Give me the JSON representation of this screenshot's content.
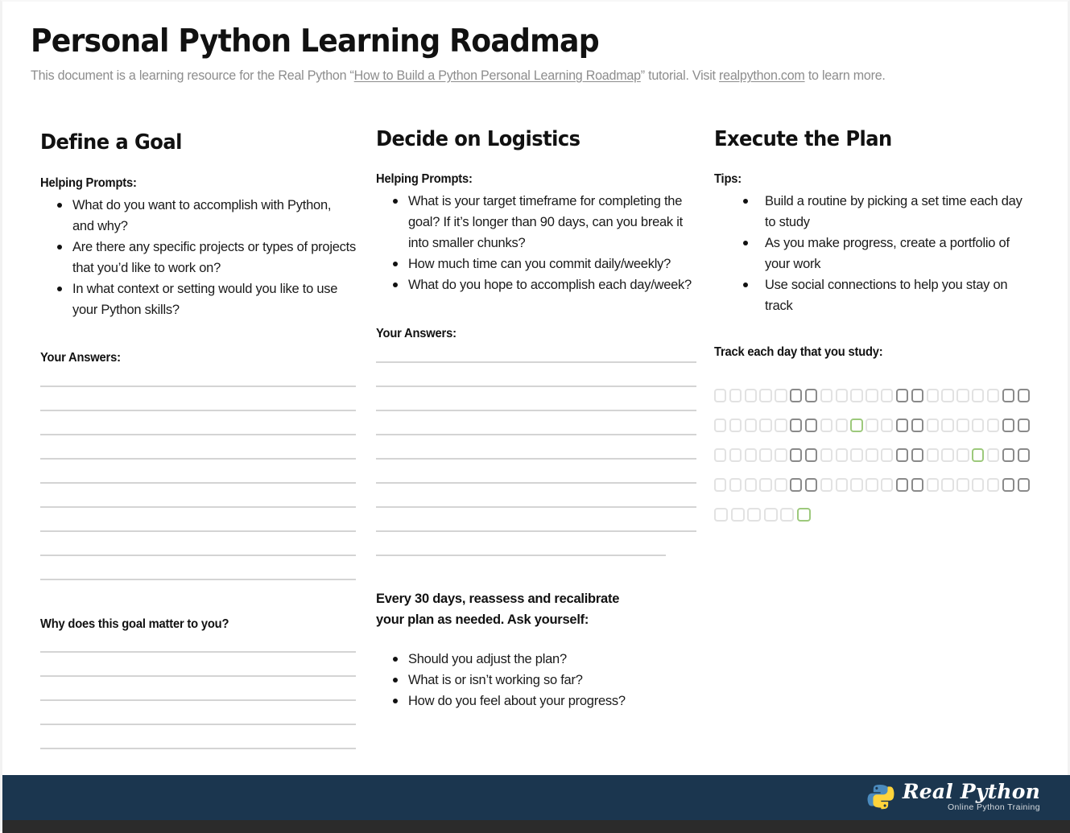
{
  "document": {
    "title": "Personal Python Learning Roadmap",
    "subtitle_pre": "This document is a learning resource for the Real Python “",
    "subtitle_link1": "How to Build a Python Personal Learning Roadmap",
    "subtitle_mid": "” tutorial. Visit ",
    "subtitle_link2": "realpython.com",
    "subtitle_post": " to learn more."
  },
  "columns": [
    {
      "title": "Define a Goal",
      "prompts_heading": "Helping Prompts:",
      "prompts": [
        "What do you want to accomplish with Python, and why?",
        "Are there any specific projects or types of projects that you’d like to work on?",
        "In what context or setting would you like to use your Python skills?"
      ],
      "answers_heading": "Your Answers:",
      "answer_line_count": 9,
      "closing_heading": "Why does this goal matter to you?",
      "closing_line_count": 5
    },
    {
      "title": "Decide on Logistics",
      "prompts_heading": "Helping Prompts:",
      "prompts": [
        "What is your target timeframe for completing the goal?  If it’s longer than 90 days, can you break it into smaller chunks?",
        "How much time can you commit daily/weekly?",
        "What do you hope to accomplish each day/week?"
      ],
      "answers_heading": "Your Answers:",
      "answer_line_count": 9,
      "reassess_text": "Every 30 days, reassess and recalibrate your plan as needed. Ask yourself:",
      "reassess_bullets": [
        "Should you adjust the plan?",
        "What is or isn’t working so far?",
        "How do you feel about your progress?"
      ]
    },
    {
      "title": "Execute the Plan",
      "prompts_heading": "Tips:",
      "prompts": [
        "Build a routine by picking a set time each day to study",
        "As you make progress, create a portfolio of your work",
        "Use social connections to help you stay on track"
      ],
      "track_heading": "Track each day that you study:"
    }
  ],
  "tracker": {
    "rows": [
      [
        "plain",
        "plain",
        "plain",
        "plain",
        "plain",
        "weekend",
        "weekend",
        "plain",
        "plain",
        "plain",
        "plain",
        "plain",
        "weekend",
        "weekend",
        "plain",
        "plain",
        "plain",
        "plain",
        "plain",
        "weekend",
        "weekend"
      ],
      [
        "plain",
        "plain",
        "plain",
        "plain",
        "plain",
        "weekend",
        "weekend",
        "plain",
        "plain",
        "marked",
        "plain",
        "plain",
        "weekend",
        "weekend",
        "plain",
        "plain",
        "plain",
        "plain",
        "plain",
        "weekend",
        "weekend"
      ],
      [
        "plain",
        "plain",
        "plain",
        "plain",
        "plain",
        "weekend",
        "weekend",
        "plain",
        "plain",
        "plain",
        "plain",
        "plain",
        "weekend",
        "weekend",
        "plain",
        "plain",
        "plain",
        "marked",
        "plain",
        "weekend",
        "weekend"
      ],
      [
        "plain",
        "plain",
        "plain",
        "plain",
        "plain",
        "weekend",
        "weekend",
        "plain",
        "plain",
        "plain",
        "plain",
        "plain",
        "weekend",
        "weekend",
        "plain",
        "plain",
        "plain",
        "plain",
        "plain",
        "weekend",
        "weekend"
      ],
      [
        "plain",
        "plain",
        "plain",
        "plain",
        "plain",
        "marked"
      ]
    ],
    "colors": {
      "plain": "#e2e2e2",
      "weekend": "#8a8a8a",
      "marked": "#9dc97c"
    }
  },
  "footer": {
    "brand": "Real Python",
    "tagline": "Online Python Training",
    "background": "#1b364f",
    "strip": "#2b2b2b"
  }
}
